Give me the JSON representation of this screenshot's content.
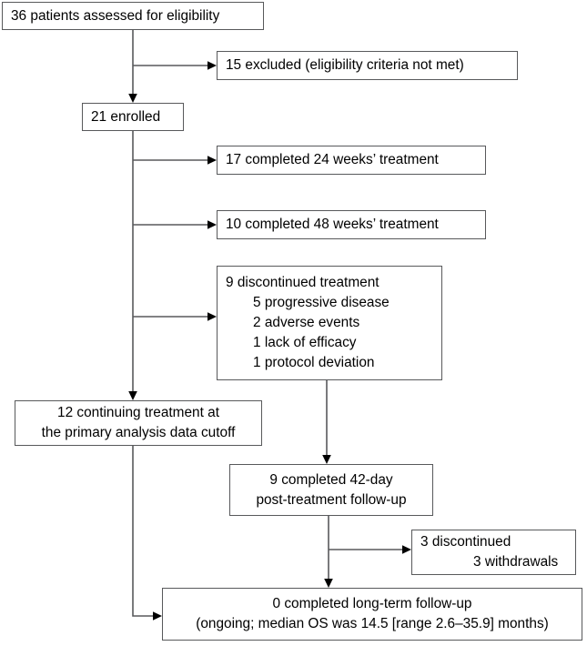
{
  "diagram": {
    "title": "CONSORT-style patient disposition flow diagram",
    "type": "flowchart",
    "colors": {
      "box_border": "#58595b",
      "connector": "#58595b",
      "arrowhead": "#000000",
      "text": "#000000",
      "background": "#ffffff"
    },
    "nodes": [
      {
        "id": "assessed",
        "name": "assessed-for-eligibility-box",
        "lines": [
          "36 patients assessed for eligibility"
        ],
        "count": 36
      },
      {
        "id": "excluded",
        "name": "excluded-box",
        "lines": [
          "15 excluded (eligibility criteria not met)"
        ],
        "count": 15
      },
      {
        "id": "enrolled",
        "name": "enrolled-box",
        "lines": [
          "21 enrolled"
        ],
        "count": 21
      },
      {
        "id": "completed24",
        "name": "completed-24-weeks-box",
        "lines": [
          "17 completed 24 weeks’ treatment"
        ],
        "count": 17
      },
      {
        "id": "completed48",
        "name": "completed-48-weeks-box",
        "lines": [
          "10 completed 48 weeks’ treatment"
        ],
        "count": 10
      },
      {
        "id": "discontinued",
        "name": "discontinued-treatment-box",
        "header": "9 discontinued treatment",
        "count": 9,
        "reasons": [
          "5 progressive disease",
          "2 adverse events",
          "1 lack of efficacy",
          "1 protocol deviation"
        ]
      },
      {
        "id": "continuing",
        "name": "continuing-treatment-box",
        "lines": [
          "12 continuing treatment at",
          "the primary analysis data cutoff"
        ],
        "count": 12
      },
      {
        "id": "followup42",
        "name": "completed-42-day-followup-box",
        "lines": [
          "9 completed 42-day",
          "post-treatment follow-up"
        ],
        "count": 9
      },
      {
        "id": "withdrawals",
        "name": "discontinued-withdrawals-box",
        "lines": [
          "3 discontinued",
          "3 withdrawals"
        ],
        "count": 3
      },
      {
        "id": "longterm",
        "name": "long-term-followup-box",
        "lines": [
          "0 completed long-term follow-up",
          "(ongoing; median OS was 14.5 [range 2.6–35.9] months)"
        ],
        "count": 0,
        "median_os_months": 14.5,
        "os_range_months": [
          2.6,
          35.9
        ]
      }
    ],
    "edges": [
      {
        "name": "edge-assessed-to-excluded",
        "from": "assessed",
        "to": "excluded",
        "kind": "branch-right"
      },
      {
        "name": "edge-assessed-to-enrolled",
        "from": "assessed",
        "to": "enrolled",
        "kind": "vertical"
      },
      {
        "name": "edge-enrolled-to-completed24",
        "from": "enrolled",
        "to": "completed24",
        "kind": "branch-right"
      },
      {
        "name": "edge-enrolled-to-completed48",
        "from": "enrolled",
        "to": "completed48",
        "kind": "branch-right"
      },
      {
        "name": "edge-enrolled-to-discontinued",
        "from": "enrolled",
        "to": "discontinued",
        "kind": "branch-right"
      },
      {
        "name": "edge-enrolled-to-continuing",
        "from": "enrolled",
        "to": "continuing",
        "kind": "vertical"
      },
      {
        "name": "edge-discontinued-to-followup42",
        "from": "discontinued",
        "to": "followup42",
        "kind": "vertical"
      },
      {
        "name": "edge-followup42-to-withdrawals",
        "from": "followup42",
        "to": "withdrawals",
        "kind": "branch-right"
      },
      {
        "name": "edge-followup42-to-longterm",
        "from": "followup42",
        "to": "longterm",
        "kind": "vertical"
      },
      {
        "name": "edge-continuing-to-longterm",
        "from": "continuing",
        "to": "longterm",
        "kind": "elbow-right"
      }
    ]
  }
}
